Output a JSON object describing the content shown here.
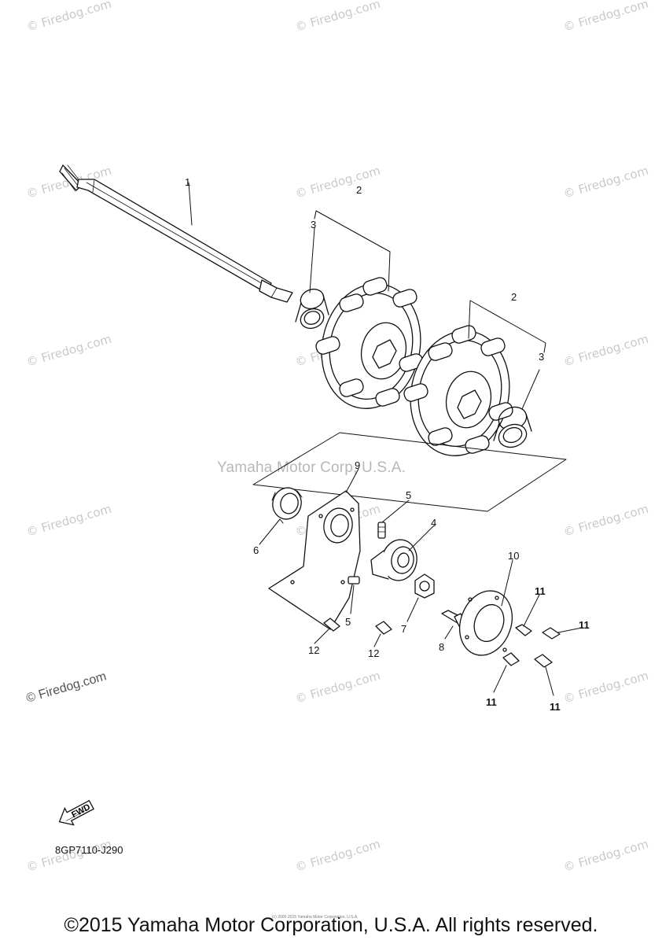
{
  "watermarks": {
    "repeat_text": "© Firedog.com",
    "center_text": "Yamaha Motor Corp, U.S.A.",
    "mid_text": "© Firedog.com"
  },
  "callouts": {
    "shaft": "1",
    "sprocket_upper": "2",
    "sprocket_lower": "2",
    "collar_left": "3",
    "collar_right": "3",
    "bearing": "4",
    "pin_upper": "5",
    "pin_lower": "5",
    "seal": "6",
    "nut": "7",
    "bolt_8": "8",
    "housing": "9",
    "cap": "10",
    "bolt_11_a": "11",
    "bolt_11_b": "11",
    "bolt_11_c": "11",
    "bolt_11_d": "11",
    "bolt_12_a": "12",
    "bolt_12_b": "12"
  },
  "fwd_label": "FWD",
  "diagram_code": "8GP7110-J290",
  "tiny_copyright": "(c) 2005-2015 Yamaha Motor Corporation, U.S.A.",
  "copyright": "©2015 Yamaha Motor Corporation, U.S.A. All rights reserved."
}
